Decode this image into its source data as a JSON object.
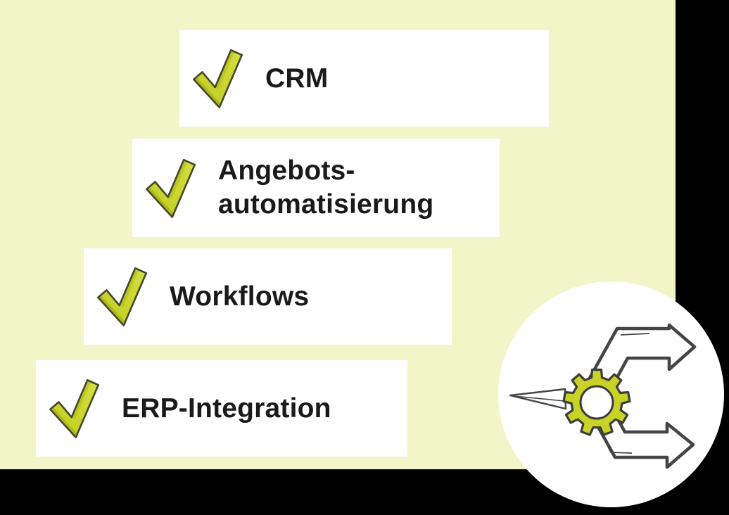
{
  "checklist": {
    "items": [
      {
        "label": "CRM",
        "lines": [
          "CRM"
        ]
      },
      {
        "label": "Angebots-automatisierung",
        "lines": [
          "Angebots-",
          "automatisierung"
        ]
      },
      {
        "label": "Workflows",
        "lines": [
          "Workflows"
        ]
      },
      {
        "label": "ERP-Integration",
        "lines": [
          "ERP-Integration"
        ]
      }
    ]
  },
  "icons": {
    "checklist_item": "check-icon",
    "badge": "gear-branching-arrows-icon"
  },
  "colors": {
    "backdrop": "#000000",
    "panel": "#f2f5c8",
    "card": "#ffffff",
    "text": "#1a1a1a",
    "check_green": "#c9d327",
    "check_green_dark": "#a7b414",
    "check_outline": "#45452c",
    "gear_green": "#c9d327",
    "icon_outline": "#454545"
  }
}
